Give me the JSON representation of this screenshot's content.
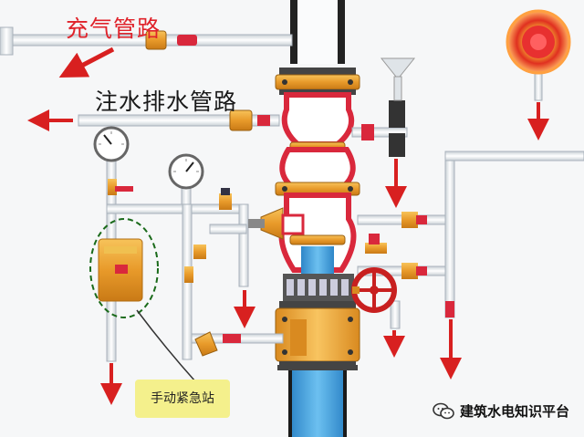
{
  "labels": {
    "charge_pipeline": "充气管路",
    "fill_drain_pipeline": "注水排水管路",
    "manual_emergency_station": "手动紧急站"
  },
  "watermark": {
    "text": "建筑水电知识平台",
    "icon": "wechat-logo-icon"
  },
  "colors": {
    "pipe": "#ffffff",
    "pipe_outline": "#a9b2bb",
    "valve_body": "#e8a030",
    "valve_inner": "#d9283c",
    "water": "#4aa8e0",
    "arrow": "#d82020",
    "label_highlight": "#f4f08c"
  }
}
